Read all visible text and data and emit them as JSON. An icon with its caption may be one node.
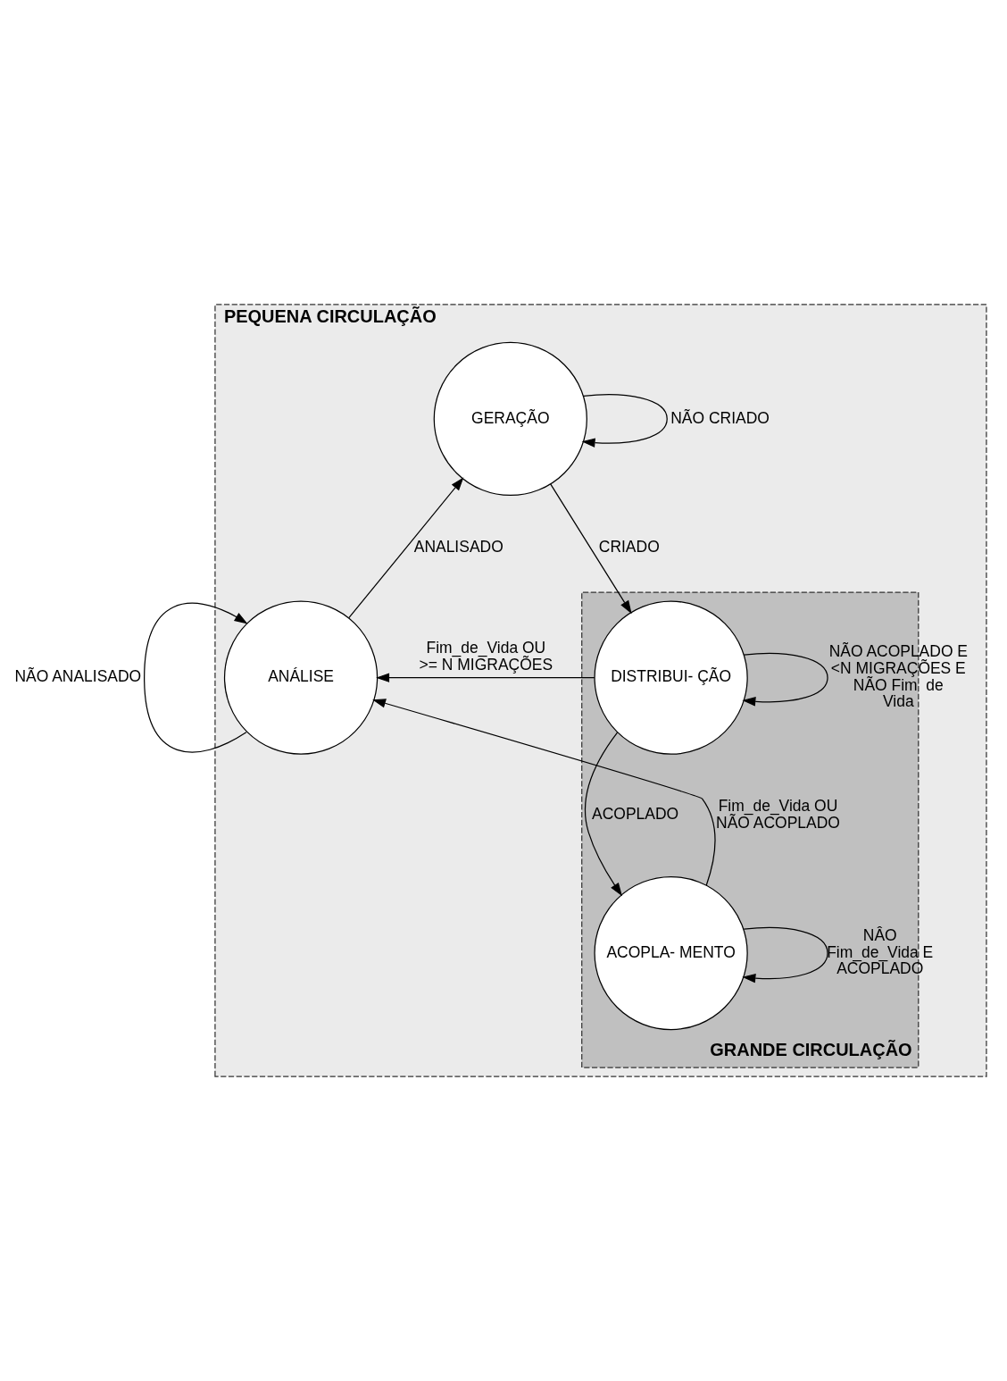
{
  "diagram": {
    "nodes": [
      {
        "text": [
          "PEQUENA CIRCULAÇÃO"
        ]
      },
      {
        "text": [
          "GERAÇÃO"
        ],
        "in": 0
      },
      {
        "text": [
          "ANÁLISE"
        ],
        "in": 0
      },
      {
        "text": [
          "GRANDE CIRCULAÇÃO"
        ],
        "in": 0
      },
      {
        "text": [
          "DISTRIBUI- ÇÃO"
        ],
        "in": 3
      },
      {
        "text": [
          "ACOPLA- MENTO"
        ],
        "in": 3
      }
    ],
    "edges": [
      {
        "from": 1,
        "to": 1,
        "arrow": "to",
        "label": "NÃO CRIADO"
      },
      {
        "from": 1,
        "to": 4,
        "arrow": "to",
        "label": "CRIADO"
      },
      {
        "from": 4,
        "to": 4,
        "arrow": "to",
        "label": "NÃO ACOPLADO E <N MIGRAÇÕES E NÃO Fim  de Vida"
      },
      {
        "from": 4,
        "to": 2,
        "arrow": "to",
        "label": "Fim_de_Vida OU >= N MIGRAÇÕES"
      },
      {
        "from": 4,
        "to": 5,
        "arrow": "to",
        "label": "ACOPLADO"
      },
      {
        "from": 5,
        "to": 5,
        "arrow": "to",
        "label": "NÂO Fim_de_Vida E ACOPLADO"
      },
      {
        "from": 5,
        "to": 2,
        "arrow": "to",
        "label": "Fim_de_Vida OU NÃO ACOPLADO"
      },
      {
        "from": 2,
        "to": 2,
        "arrow": "to",
        "label": "NÃO ANALISADO"
      },
      {
        "from": 2,
        "to": 1,
        "arrow": "to",
        "label": "ANALISADO"
      }
    ]
  }
}
